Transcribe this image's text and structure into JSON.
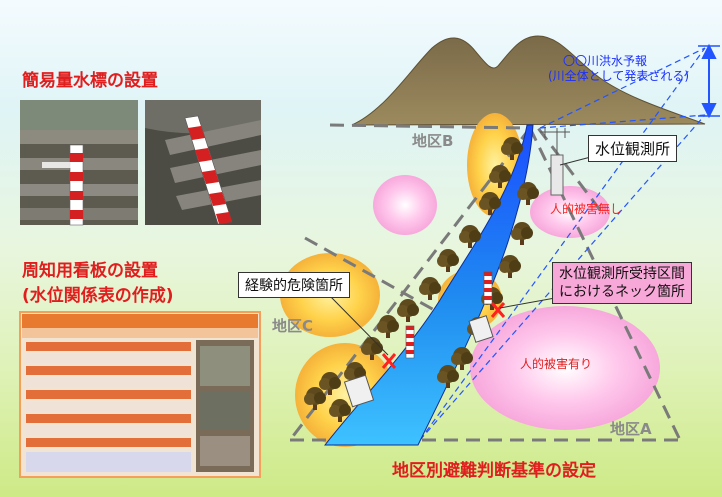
{
  "forecast": {
    "line1": "〇〇川洪水予報",
    "line2": "(川全体として発表される)"
  },
  "left": {
    "gauge_title": "簡易量水標の設置",
    "sign_title_line1": "周知用看板の設置",
    "sign_title_line2": "(水位関係表の作成)"
  },
  "labels": {
    "observatory": "水位観測所",
    "no_damage": "人的被害無し",
    "damage": "人的被害有り",
    "empirical_danger": "経験的危険箇所",
    "bottleneck_line1": "水位観測所受持区間",
    "bottleneck_line2": "におけるネック箇所"
  },
  "districts": {
    "a": "地区A",
    "b": "地区B",
    "c": "地区C"
  },
  "footer": "地区別避難判断基準の設定",
  "colors": {
    "accent_red": "#e01e1e",
    "river": "#1a5cff",
    "mountain": "#8f7b52",
    "sign_border": "#f4a05a",
    "bottleneck_bg": "#f8a8d8"
  }
}
